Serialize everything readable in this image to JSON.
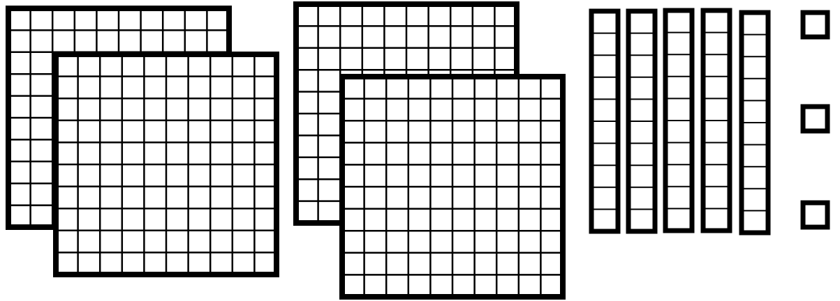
{
  "base_ten_blocks": {
    "hundreds": 4,
    "tens": 5,
    "ones": 3,
    "grid_size": 10,
    "groups": [
      {
        "kind": "flats",
        "count": 2
      },
      {
        "kind": "flats",
        "count": 2
      },
      {
        "kind": "rods",
        "count": 5
      },
      {
        "kind": "units",
        "count": 3
      }
    ]
  },
  "colors": {
    "stroke": "#000000",
    "fill": "#ffffff"
  }
}
